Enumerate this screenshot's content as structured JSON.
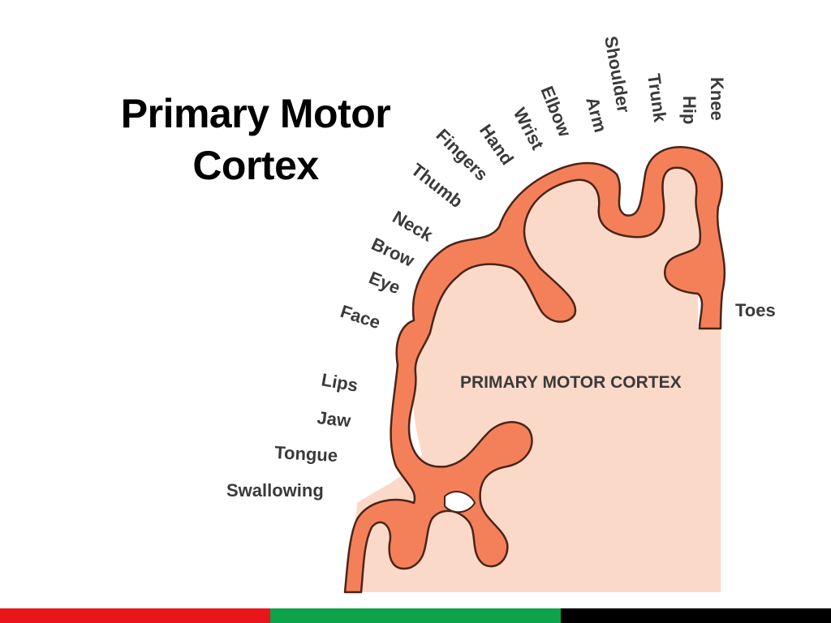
{
  "title": {
    "line1": "Primary Motor",
    "line2": "Cortex"
  },
  "region_label": "PRIMARY MOTOR CORTEX",
  "body_parts": {
    "knee": "Knee",
    "hip": "Hip",
    "trunk": "Trunk",
    "shoulder": "Shoulder",
    "arm": "Arm",
    "elbow": "Elbow",
    "wrist": "Wrist",
    "hand": "Hand",
    "fingers": "Fingers",
    "thumb": "Thumb",
    "neck": "Neck",
    "brow": "Brow",
    "eye": "Eye",
    "face": "Face",
    "lips": "Lips",
    "jaw": "Jaw",
    "tongue": "Tongue",
    "swallowing": "Swallowing",
    "toes": "Toes"
  },
  "colors": {
    "cortex_band": "#f4805a",
    "cortex_outline": "#4a2418",
    "white_matter": "#fbd9c8",
    "text": "#3a3a3a",
    "footer_red": "#e8151b",
    "footer_green": "#0ea24a",
    "footer_black": "#000000"
  }
}
